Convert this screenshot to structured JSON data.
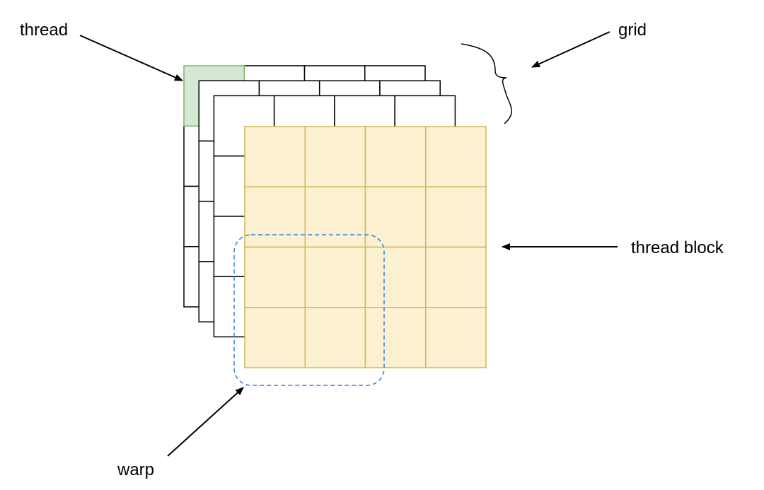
{
  "labels": {
    "thread": "thread",
    "grid": "grid",
    "thread_block": "thread block",
    "warp": "warp"
  },
  "structure": {
    "grid_layers": 4,
    "block_rows": 4,
    "block_cols": 4,
    "warp_rows": 2,
    "warp_cols": 2
  },
  "colors": {
    "thread_fill": "#d5e8d4",
    "thread_stroke": "#82b366",
    "block_fill": "#fbf0d0",
    "block_stroke": "#d6b656",
    "layer_stroke": "#000000",
    "warp_stroke": "#3b7ddd",
    "arrow": "#000000"
  }
}
